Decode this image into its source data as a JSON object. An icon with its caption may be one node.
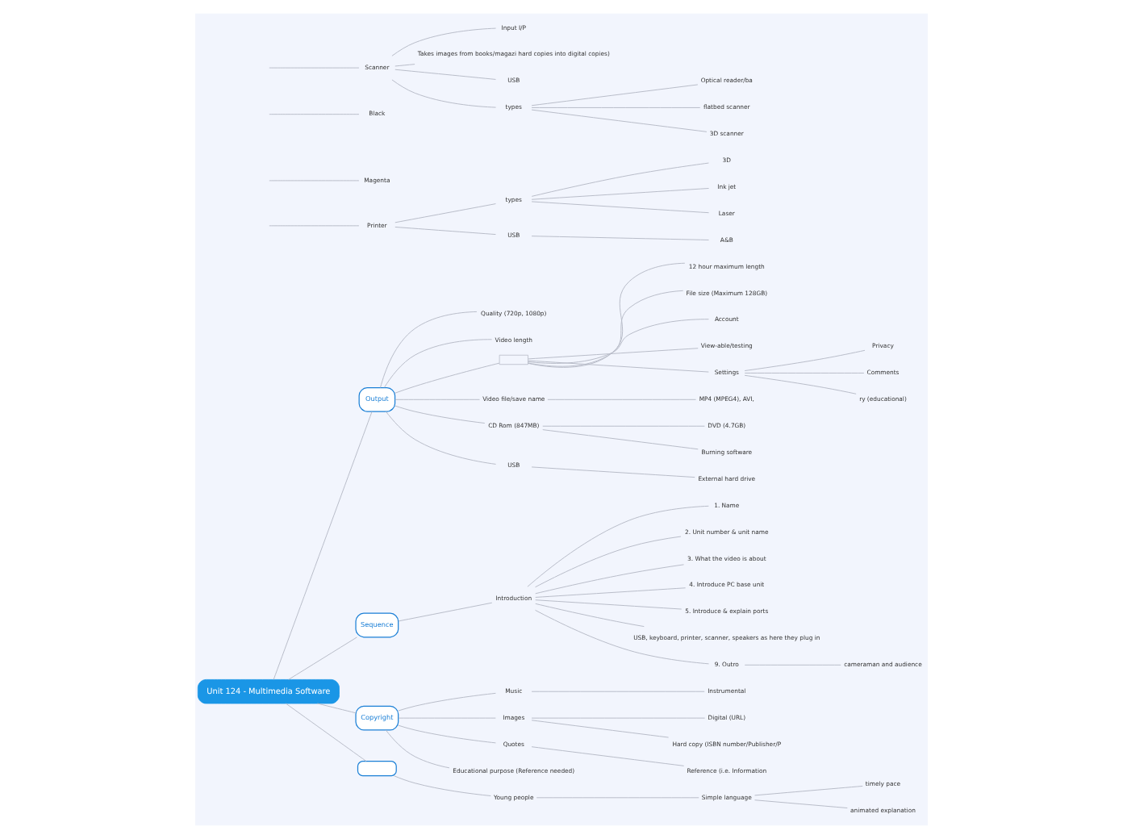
{
  "diagram": {
    "nodes": [
      {
        "text": [
          "Unit 124 - Multimedia Software"
        ]
      },
      {
        "text": [
          "Output"
        ]
      },
      {
        "text": [
          "Quality (720p, 1080p)"
        ]
      },
      {
        "text": [
          "Video length"
        ]
      },
      {
        "text": [],
        "shape": "box"
      },
      {
        "text": [
          "12 hour maximum length"
        ]
      },
      {
        "text": [
          "File size (Maximum 128GB)"
        ]
      },
      {
        "text": [
          "Account"
        ]
      },
      {
        "text": [
          "View-able/testing"
        ]
      },
      {
        "text": [
          "Settings"
        ]
      },
      {
        "text": [
          "Privacy"
        ]
      },
      {
        "text": [
          "Comments"
        ]
      },
      {
        "text": [
          "ry (educational)"
        ]
      },
      {
        "text": [
          "Video file/save name"
        ]
      },
      {
        "text": [
          "MP4 (MPEG4), AVI,"
        ]
      },
      {
        "text": [
          "CD Rom (847MB)"
        ]
      },
      {
        "text": [
          "DVD (4.7GB)"
        ]
      },
      {
        "text": [
          "Burning software"
        ]
      },
      {
        "text": [
          "USB"
        ]
      },
      {
        "text": [
          "External hard drive"
        ]
      },
      {
        "text": [
          "Sequence"
        ]
      },
      {
        "text": [
          "Introduction"
        ]
      },
      {
        "text": [
          "1. Name"
        ]
      },
      {
        "text": [
          "2. Unit number & unit name"
        ]
      },
      {
        "text": [
          "3. What the video is about"
        ]
      },
      {
        "text": [
          "4. Introduce PC base unit"
        ]
      },
      {
        "text": [
          "5. Introduce & explain ports"
        ]
      },
      {
        "text": [
          "USB, keyboard, printer, scanner, speakers as here they plug in"
        ]
      },
      {
        "text": [
          "9. Outro"
        ]
      },
      {
        "text": [
          "cameraman and audience"
        ]
      },
      {
        "text": [
          "Printer"
        ]
      },
      {
        "text": [
          "Magenta"
        ]
      },
      {
        "text": [
          "Black"
        ]
      },
      {
        "text": [
          "types"
        ]
      },
      {
        "text": [
          "3D"
        ]
      },
      {
        "text": [
          "Ink jet"
        ]
      },
      {
        "text": [
          "Laser"
        ]
      },
      {
        "text": [
          "USB"
        ]
      },
      {
        "text": [
          "A&B"
        ]
      },
      {
        "text": [
          "Scanner"
        ]
      },
      {
        "text": [
          "Input I/P"
        ]
      },
      {
        "text": [
          "Takes images from books/magazi hard copies into digital copies)"
        ]
      },
      {
        "text": [
          "USB"
        ]
      },
      {
        "text": [
          "types"
        ]
      },
      {
        "text": [
          "Optical reader/ba"
        ]
      },
      {
        "text": [
          "flatbed scanner"
        ]
      },
      {
        "text": [
          "3D scanner"
        ]
      },
      {
        "text": [
          "Copyright"
        ]
      },
      {
        "text": [
          "Music"
        ]
      },
      {
        "text": [
          "Instrumental"
        ]
      },
      {
        "text": [
          "Images"
        ]
      },
      {
        "text": [
          "Digital (URL)"
        ]
      },
      {
        "text": [
          "Hard copy (ISBN number/Publisher/P"
        ]
      },
      {
        "text": [
          "Quotes"
        ]
      },
      {
        "text": [
          "Reference (i.e. Information"
        ]
      },
      {
        "text": [
          "Educational purpose (Reference needed)"
        ]
      },
      {
        "text": [],
        "shape": "box"
      },
      {
        "text": [
          "Young people"
        ]
      },
      {
        "text": [
          "Simple language"
        ]
      },
      {
        "text": [
          "timely pace"
        ]
      },
      {
        "text": [
          "animated explanation"
        ]
      }
    ],
    "edges": [
      {
        "from": 0,
        "to": 1,
        "arrow": "none"
      },
      {
        "from": 1,
        "to": 2,
        "arrow": "none"
      },
      {
        "from": 1,
        "to": 3,
        "arrow": "none"
      },
      {
        "from": 1,
        "to": 4,
        "arrow": "none"
      },
      {
        "from": 4,
        "to": 5,
        "arrow": "none"
      },
      {
        "from": 4,
        "to": 6,
        "arrow": "none"
      },
      {
        "from": 4,
        "to": 7,
        "arrow": "none"
      },
      {
        "from": 4,
        "to": 8,
        "arrow": "none"
      },
      {
        "from": 4,
        "to": 9,
        "arrow": "none"
      },
      {
        "from": 9,
        "to": 10,
        "arrow": "none"
      },
      {
        "from": 9,
        "to": 11,
        "arrow": "none"
      },
      {
        "from": 9,
        "to": 12,
        "arrow": "none"
      },
      {
        "from": 1,
        "to": 13,
        "arrow": "none"
      },
      {
        "from": 13,
        "to": 14,
        "arrow": "none"
      },
      {
        "from": 1,
        "to": 15,
        "arrow": "none"
      },
      {
        "from": 15,
        "to": 16,
        "arrow": "none"
      },
      {
        "from": 15,
        "to": 17,
        "arrow": "none"
      },
      {
        "from": 1,
        "to": 18,
        "arrow": "none"
      },
      {
        "from": 18,
        "to": 19,
        "arrow": "none"
      },
      {
        "from": 0,
        "to": 20,
        "arrow": "none"
      },
      {
        "from": 20,
        "to": 21,
        "arrow": "none"
      },
      {
        "from": 21,
        "to": 22,
        "arrow": "none"
      },
      {
        "from": 21,
        "to": 23,
        "arrow": "none"
      },
      {
        "from": 21,
        "to": 24,
        "arrow": "none"
      },
      {
        "from": 21,
        "to": 25,
        "arrow": "none"
      },
      {
        "from": 21,
        "to": 26,
        "arrow": "none"
      },
      {
        "from": 21,
        "to": 27,
        "arrow": "none"
      },
      {
        "from": 21,
        "to": 28,
        "arrow": "none"
      },
      {
        "from": 28,
        "to": 29,
        "arrow": "none"
      },
      {
        "from": null,
        "to": 30,
        "arrow": "none"
      },
      {
        "from": null,
        "to": 31,
        "arrow": "none"
      },
      {
        "from": null,
        "to": 32,
        "arrow": "none"
      },
      {
        "from": 30,
        "to": 33,
        "arrow": "none"
      },
      {
        "from": 33,
        "to": 34,
        "arrow": "none"
      },
      {
        "from": 33,
        "to": 35,
        "arrow": "none"
      },
      {
        "from": 33,
        "to": 36,
        "arrow": "none"
      },
      {
        "from": 30,
        "to": 37,
        "arrow": "none"
      },
      {
        "from": 37,
        "to": 38,
        "arrow": "none"
      },
      {
        "from": null,
        "to": 39,
        "arrow": "none"
      },
      {
        "from": 39,
        "to": 40,
        "arrow": "none"
      },
      {
        "from": 39,
        "to": 41,
        "arrow": "none"
      },
      {
        "from": 39,
        "to": 42,
        "arrow": "none"
      },
      {
        "from": 39,
        "to": 43,
        "arrow": "none"
      },
      {
        "from": 43,
        "to": 44,
        "arrow": "none"
      },
      {
        "from": 43,
        "to": 45,
        "arrow": "none"
      },
      {
        "from": 43,
        "to": 46,
        "arrow": "none"
      },
      {
        "from": 0,
        "to": 47,
        "arrow": "none"
      },
      {
        "from": 47,
        "to": 48,
        "arrow": "none"
      },
      {
        "from": 48,
        "to": 49,
        "arrow": "none"
      },
      {
        "from": 47,
        "to": 50,
        "arrow": "none"
      },
      {
        "from": 50,
        "to": 51,
        "arrow": "none"
      },
      {
        "from": 50,
        "to": 52,
        "arrow": "none"
      },
      {
        "from": 47,
        "to": 53,
        "arrow": "none"
      },
      {
        "from": 53,
        "to": 54,
        "arrow": "none"
      },
      {
        "from": 47,
        "to": 55,
        "arrow": "none"
      },
      {
        "from": 0,
        "to": 56,
        "arrow": "none"
      },
      {
        "from": 56,
        "to": 57,
        "arrow": "none"
      },
      {
        "from": 57,
        "to": 58,
        "arrow": "none"
      },
      {
        "from": 58,
        "to": 59,
        "arrow": "none"
      },
      {
        "from": 58,
        "to": 60,
        "arrow": "none"
      }
    ]
  }
}
